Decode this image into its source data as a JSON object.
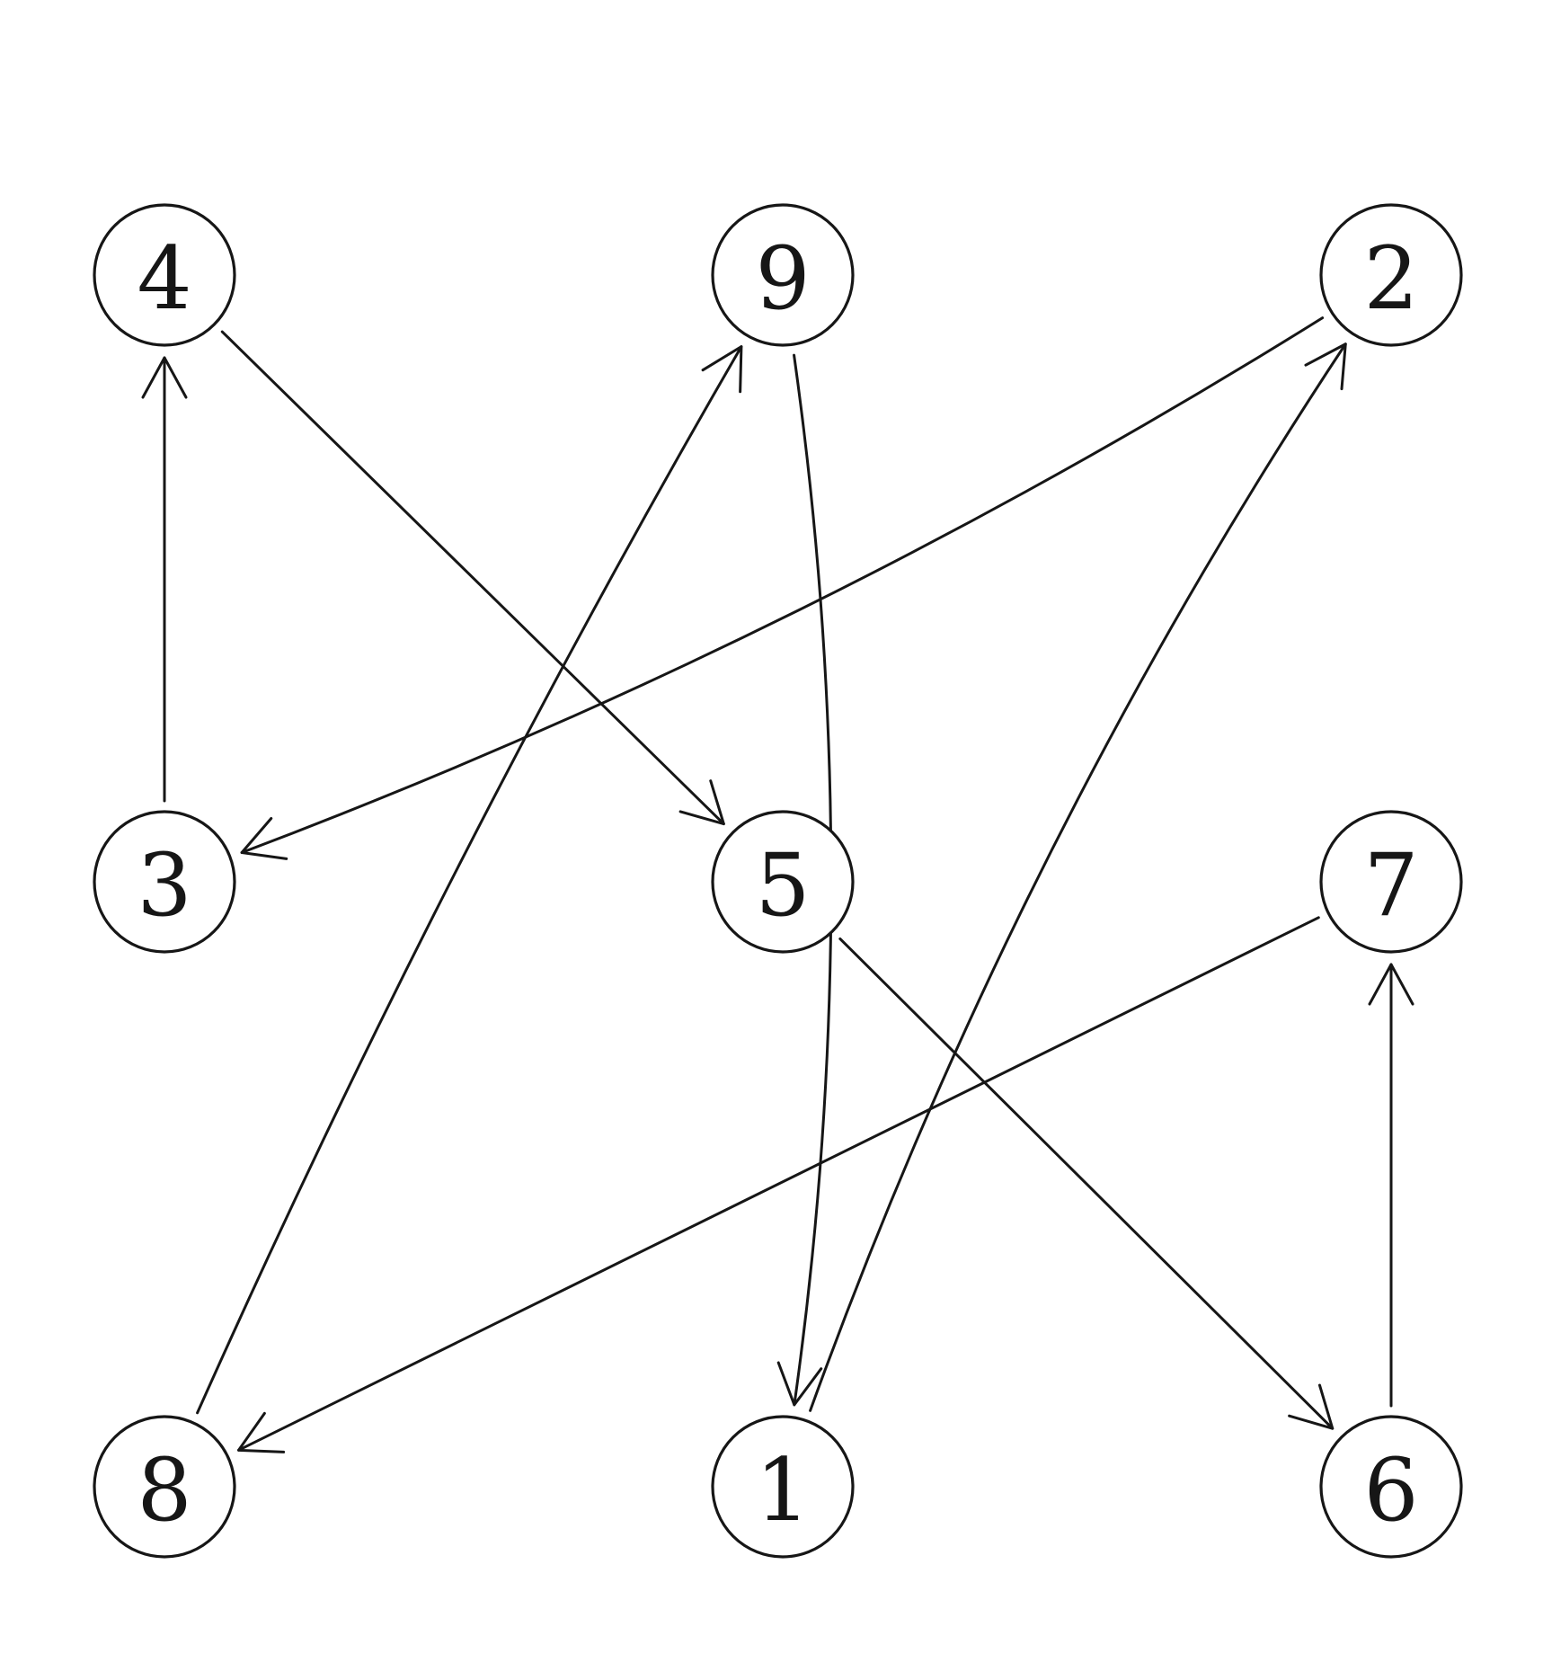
{
  "diagram": {
    "type": "directed-graph",
    "colors": {
      "stroke": "#161616",
      "background": "#ffffff"
    },
    "nodes": [
      {
        "id": "4",
        "label": "4"
      },
      {
        "id": "9",
        "label": "9"
      },
      {
        "id": "2",
        "label": "2"
      },
      {
        "id": "3",
        "label": "3"
      },
      {
        "id": "5",
        "label": "5"
      },
      {
        "id": "7",
        "label": "7"
      },
      {
        "id": "8",
        "label": "8"
      },
      {
        "id": "1",
        "label": "1"
      },
      {
        "id": "6",
        "label": "6"
      }
    ],
    "edges": [
      {
        "from": "3",
        "to": "4"
      },
      {
        "from": "4",
        "to": "5"
      },
      {
        "from": "8",
        "to": "9"
      },
      {
        "from": "9",
        "to": "1"
      },
      {
        "from": "2",
        "to": "3"
      },
      {
        "from": "1",
        "to": "2"
      },
      {
        "from": "5",
        "to": "6"
      },
      {
        "from": "7",
        "to": "8"
      },
      {
        "from": "6",
        "to": "7"
      }
    ]
  }
}
